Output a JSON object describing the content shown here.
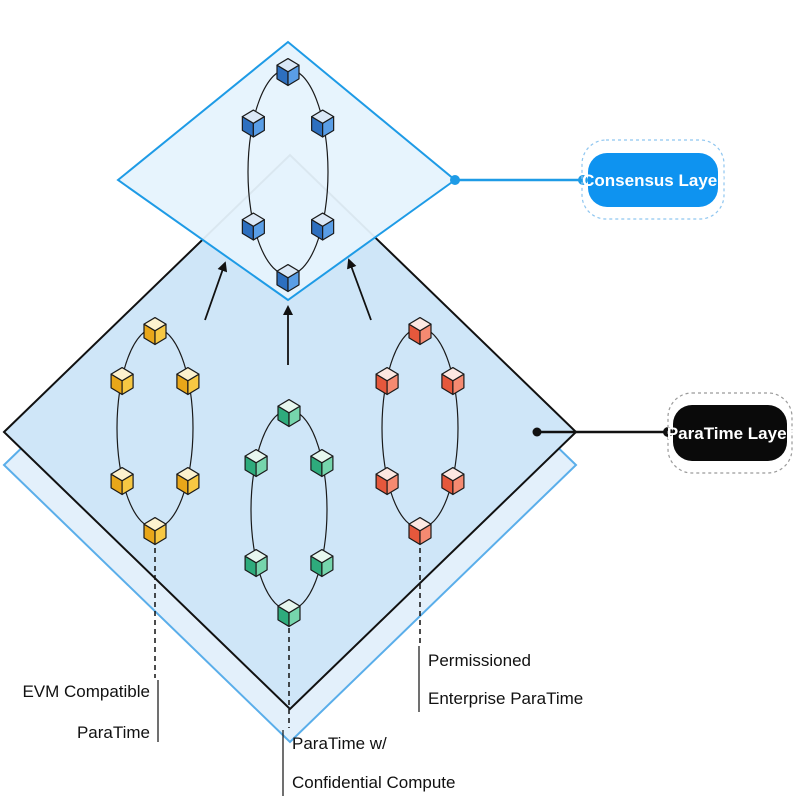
{
  "layers": {
    "consensus": {
      "label": "Consensus Layer",
      "fill": "#e6f3fd",
      "stroke": "#1e9be6",
      "pill_color": "#0e93f0",
      "cube_colors": {
        "top": "#dbe8f6",
        "left": "#2d6fbf",
        "right": "#5a9ee6"
      }
    },
    "paratime": {
      "label": "ParaTime Layer",
      "fill": "#cfe6f8",
      "back_fill": "#e3f0fb",
      "back_stroke": "#5aaeea",
      "stroke": "#111111",
      "pill_color": "#0a0a0a"
    }
  },
  "paratimes": [
    {
      "label_lines": [
        "EVM Compatible",
        "ParaTime"
      ],
      "cube_colors": {
        "top": "#fdf2cf",
        "left": "#e9a719",
        "right": "#f7c843"
      }
    },
    {
      "label_lines": [
        "ParaTime w/",
        "Confidential Compute"
      ],
      "cube_colors": {
        "top": "#e7f7ef",
        "left": "#2eab7c",
        "right": "#76d5ad"
      }
    },
    {
      "label_lines": [
        "Permissioned",
        "Enterprise ParaTime"
      ],
      "cube_colors": {
        "top": "#fde8e2",
        "left": "#e5583c",
        "right": "#f58a71"
      }
    }
  ]
}
